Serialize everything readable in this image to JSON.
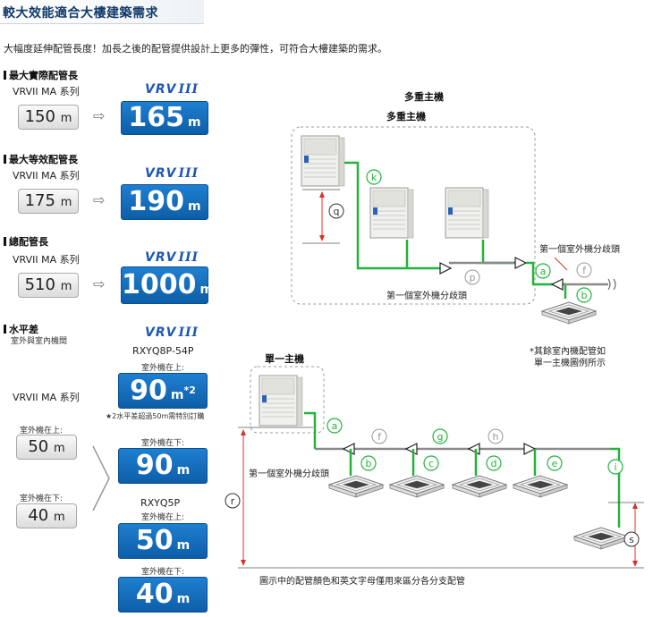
{
  "title": "較大效能適合大樓建築需求",
  "intro": "大幅度延伸配管長度！加長之後的配管提供設計上更多的彈性，可符合大樓建築的需求。",
  "series_label": "VRVII MA 系列",
  "vrv_brand": "VRV",
  "vrv_gen": "III",
  "unit_m": "m",
  "sections": [
    {
      "heading": "最大實際配管長",
      "old": "150",
      "new": "165"
    },
    {
      "heading": "最大等效配管長",
      "old": "175",
      "new": "190"
    },
    {
      "heading": "總配管長",
      "old": "510",
      "new": "1000"
    }
  ],
  "level": {
    "heading": "水平差",
    "subheading": "室外與室內機間",
    "old_above_label": "室外機在上:",
    "old_above": "50",
    "old_below_label": "室外機在下:",
    "old_below": "40",
    "model1": "RXYQ8P-54P",
    "model1_above_label": "室外機在上:",
    "model1_above": "90",
    "model1_above_note_mark": "*2",
    "model1_note": "★2水平差超過50m需特別訂購",
    "model1_below_label": "室外機在下:",
    "model1_below": "90",
    "model2": "RXYQ5P",
    "model2_above_label": "室外機在上:",
    "model2_above": "50",
    "model2_below_label": "室外機在下:",
    "model2_below": "40"
  },
  "diagram": {
    "multi_title": "多重主機",
    "multi_box_title": "多重主機",
    "single_title": "單一主機",
    "first_branch_right": "第一個室外機分歧頭",
    "first_branch_bottom": "第一個室外機分歧頭",
    "first_branch_single": "第一個室外機分歧頭",
    "note_line1": "*其餘室內機配管如",
    "note_line2": "單一主機圖例所示",
    "footer": "圖示中的配管顏色和英文字母僅用來區分各分支配管",
    "letters": {
      "a": "a",
      "b": "b",
      "c": "c",
      "d": "d",
      "e": "e",
      "f": "f",
      "g": "g",
      "h": "h",
      "i": "i",
      "k": "k",
      "p": "p",
      "q": "q",
      "r": "r",
      "s": "s"
    }
  },
  "colors": {
    "pipe_green": "#22b43a",
    "pipe_gray": "#8a8a8a",
    "accent_blue": "#0d5ea8",
    "dim_red": "#d3342c"
  }
}
